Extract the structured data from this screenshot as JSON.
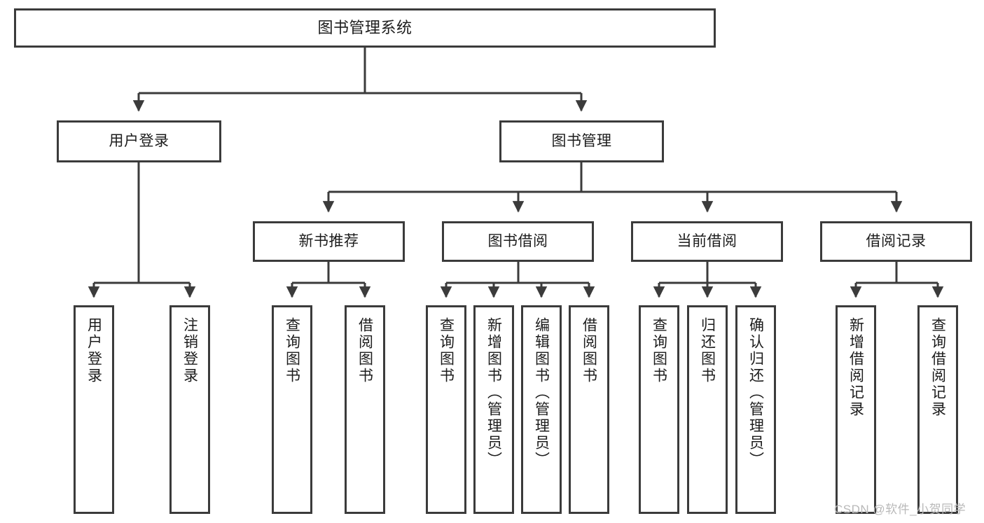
{
  "diagram": {
    "title": "图书管理系统",
    "style": {
      "border_color": "#3b3b3b",
      "box_fill": "#ffffff",
      "text_color": "#1c1c1c",
      "background": "#ffffff",
      "watermark_color": "#b9b9b9"
    },
    "nodes": {
      "root": {
        "label": "图书管理系统"
      },
      "level2": [
        {
          "id": "user-login",
          "label": "用户登录"
        },
        {
          "id": "book-manage",
          "label": "图书管理"
        }
      ],
      "level3": [
        {
          "id": "new-book-recommend",
          "label": "新书推荐"
        },
        {
          "id": "book-borrow",
          "label": "图书借阅"
        },
        {
          "id": "current-borrow",
          "label": "当前借阅"
        },
        {
          "id": "borrow-record",
          "label": "借阅记录"
        }
      ],
      "leaves": {
        "user_login": [
          {
            "id": "leaf-user-login",
            "label": "用户登录"
          },
          {
            "id": "leaf-logout-login",
            "label": "注销登录"
          }
        ],
        "new_book_recommend": [
          {
            "id": "leaf-query-book-1",
            "label": "查询图书"
          },
          {
            "id": "leaf-borrow-book-1",
            "label": "借阅图书"
          }
        ],
        "book_borrow": [
          {
            "id": "leaf-query-book-2",
            "label": "查询图书"
          },
          {
            "id": "leaf-add-book",
            "label": "新增图书（管理员）"
          },
          {
            "id": "leaf-edit-book",
            "label": "编辑图书（管理员）"
          },
          {
            "id": "leaf-borrow-book-2",
            "label": "借阅图书"
          }
        ],
        "current_borrow": [
          {
            "id": "leaf-query-book-3",
            "label": "查询图书"
          },
          {
            "id": "leaf-return-book",
            "label": "归还图书"
          },
          {
            "id": "leaf-confirm-return",
            "label": "确认归还（管理员）"
          }
        ],
        "borrow_record": [
          {
            "id": "leaf-add-record",
            "label": "新增借阅记录"
          },
          {
            "id": "leaf-query-record",
            "label": "查询借阅记录"
          }
        ]
      }
    },
    "watermark": "CSDN @软件_小贺同学"
  }
}
